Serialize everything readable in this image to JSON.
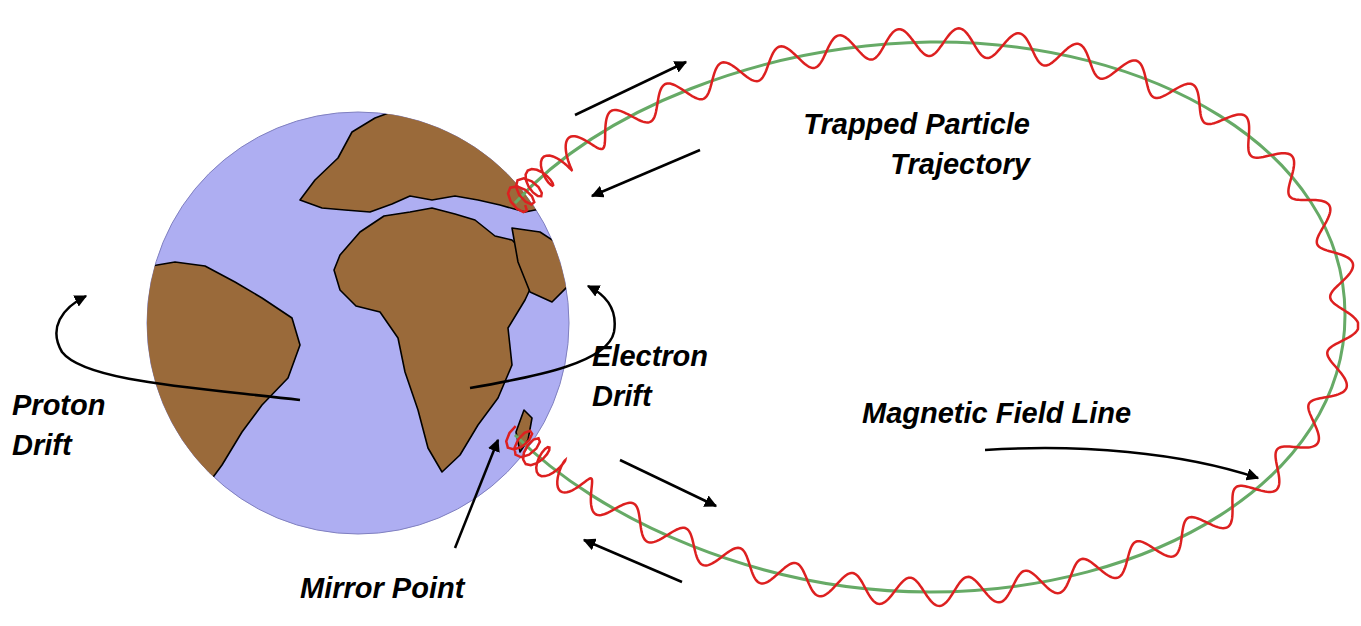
{
  "diagram": {
    "labels": [
      "Trapped Particle Trajectory",
      "Electron Drift",
      "Proton Drift",
      "Magnetic Field Line",
      "Mirror Point"
    ]
  }
}
